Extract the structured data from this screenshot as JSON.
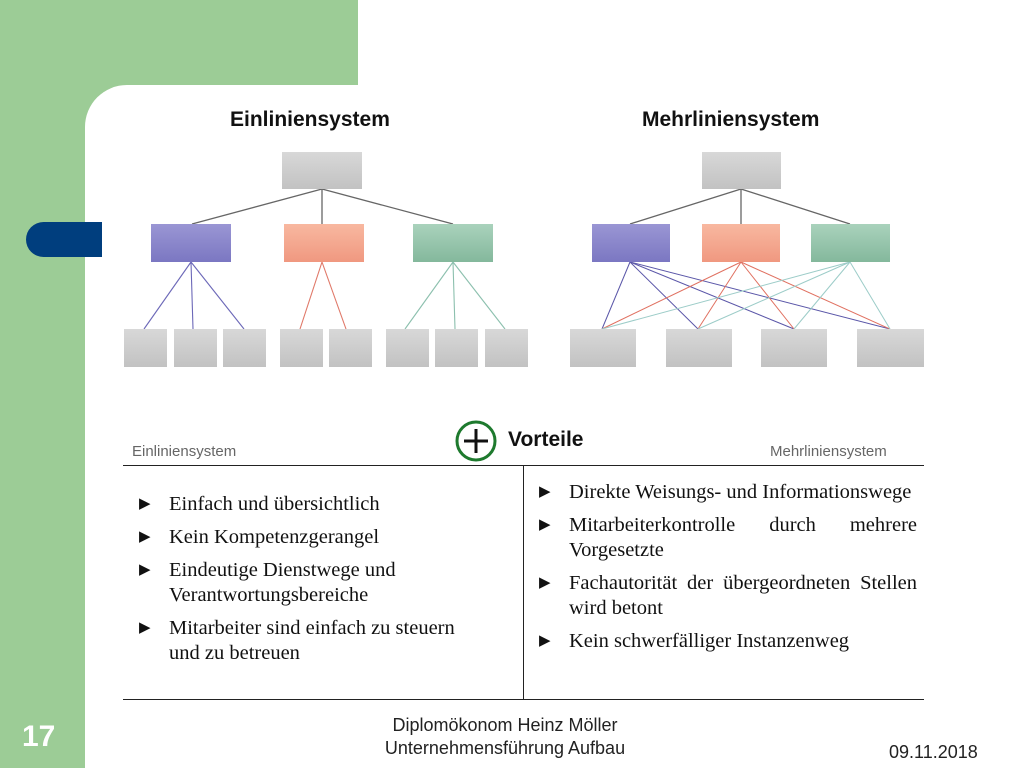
{
  "slide": {
    "page_number": "17",
    "footer_line1": "Diplomökonom Heinz Möller",
    "footer_line2": "Unternehmensführung Aufbau",
    "date": "09.11.2018"
  },
  "diagrams": {
    "left_title": "Einliniensystem",
    "right_title": "Mehrliniensystem"
  },
  "comparison": {
    "heading": "Vorteile",
    "left_header": "Einliniensystem",
    "right_header": "Mehrliniensystem",
    "left_items": [
      "Einfach und übersichtlich",
      "Kein Kompetenzgerangel",
      "Eindeutige Dienstwege und Verantwortungsbereiche",
      "Mitarbeiter sind einfach zu steuern und zu betreuen"
    ],
    "right_items": [
      "Direkte Weisungs- und Informationswege",
      "Mitarbeiterkontrolle durch mehrere Vorgesetzte",
      "Fachautorität der übergeordneten Stellen wird betont",
      "Kein schwerfälliger Instanzenweg"
    ]
  },
  "colors": {
    "panel_green": "#9ccc96",
    "tab_blue": "#003e7e",
    "plus_green": "#1e7a2e",
    "purple": "#8985cc",
    "salmon": "#f4a890",
    "teal": "#98c6ac"
  },
  "icons": [
    "plus-circle-icon",
    "triangle-bullet-icon"
  ]
}
